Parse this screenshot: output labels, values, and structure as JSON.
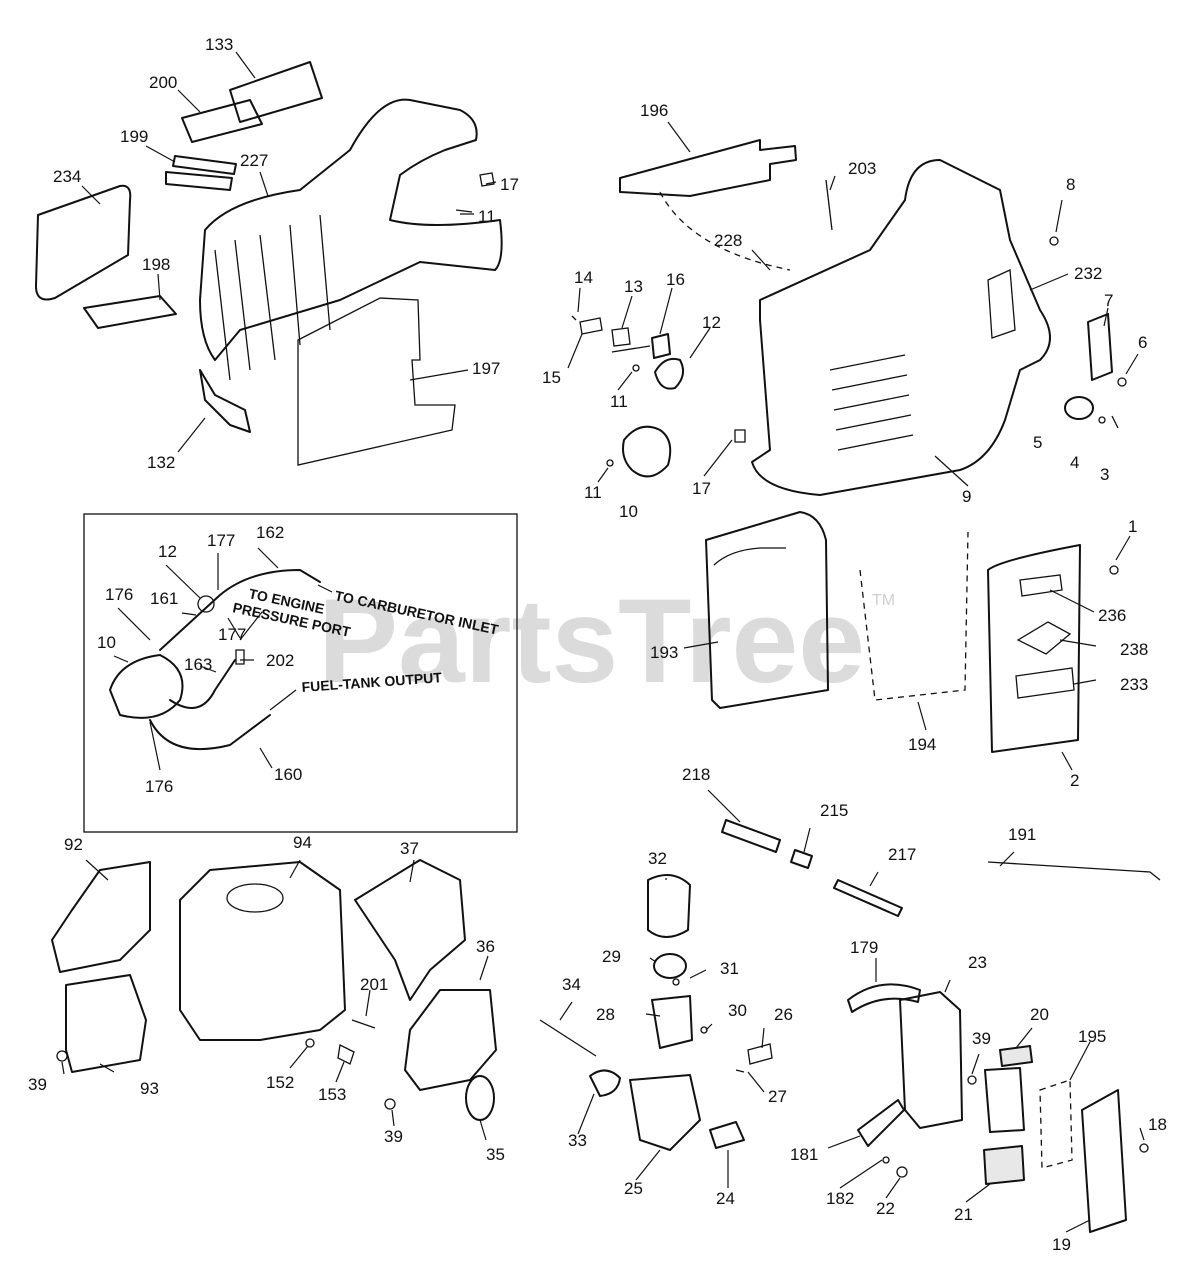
{
  "watermark": {
    "text": "PartsTree",
    "tm": "TM"
  },
  "inset": {
    "labels": {
      "to_carb": "TO CARBURETOR INLET",
      "to_engine_1": "TO ENGINE",
      "to_engine_2": "PRESSURE PORT",
      "fuel_tank": "FUEL-TANK OUTPUT"
    }
  },
  "part_numbers": {
    "p133": "133",
    "p200": "200",
    "p199": "199",
    "p227": "227",
    "p234": "234",
    "p17a": "17",
    "p11a": "11",
    "p198": "198",
    "p197": "197",
    "p132": "132",
    "p196": "196",
    "p203": "203",
    "p8": "8",
    "p228": "228",
    "p232": "232",
    "p14": "14",
    "p13": "13",
    "p16": "16",
    "p12a": "12",
    "p7": "7",
    "p6": "6",
    "p15": "15",
    "p11b": "11",
    "p5": "5",
    "p4": "4",
    "p3": "3",
    "p11c": "11",
    "p17b": "17",
    "p10a": "10",
    "p9": "9",
    "p1": "1",
    "p162": "162",
    "p177a": "177",
    "p12b": "12",
    "p176a": "176",
    "p161": "161",
    "p177b": "177",
    "p10b": "10",
    "p163": "163",
    "p202": "202",
    "p176b": "176",
    "p160": "160",
    "p193": "193",
    "p236": "236",
    "p238": "238",
    "p233": "233",
    "p194": "194",
    "p2": "2",
    "p218": "218",
    "p215": "215",
    "p217": "217",
    "p191": "191",
    "p92": "92",
    "p94": "94",
    "p37": "37",
    "p36": "36",
    "p32": "32",
    "p29": "29",
    "p31": "31",
    "p179": "179",
    "p23": "23",
    "p34": "34",
    "p201": "201",
    "p28": "28",
    "p30": "30",
    "p26": "26",
    "p20": "20",
    "p195": "195",
    "p39a": "39",
    "p93": "93",
    "p152": "152",
    "p153": "153",
    "p39b": "39",
    "p39c": "39",
    "p27": "27",
    "p18": "18",
    "p33": "33",
    "p35": "35",
    "p181": "181",
    "p25": "25",
    "p24": "24",
    "p182": "182",
    "p22": "22",
    "p21": "21",
    "p19": "19"
  }
}
